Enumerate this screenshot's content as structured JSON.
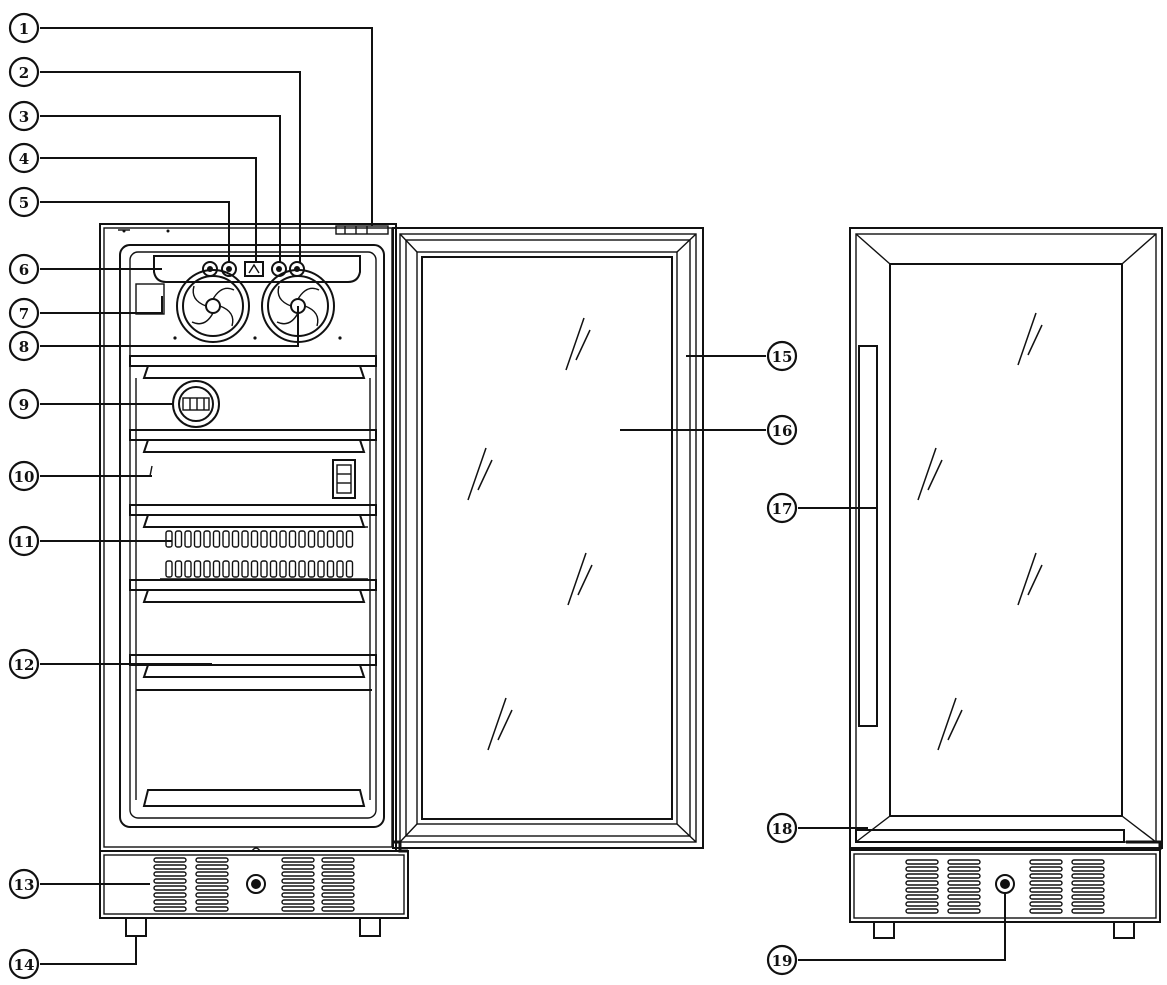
{
  "callouts": [
    {
      "label": "1"
    },
    {
      "label": "2"
    },
    {
      "label": "3"
    },
    {
      "label": "4"
    },
    {
      "label": "5"
    },
    {
      "label": "6"
    },
    {
      "label": "7"
    },
    {
      "label": "8"
    },
    {
      "label": "9"
    },
    {
      "label": "10"
    },
    {
      "label": "11"
    },
    {
      "label": "12"
    },
    {
      "label": "13"
    },
    {
      "label": "14"
    },
    {
      "label": "15"
    },
    {
      "label": "16"
    },
    {
      "label": "17"
    },
    {
      "label": "18"
    },
    {
      "label": "19"
    }
  ],
  "colors": {
    "line": "#111111",
    "background": "#ffffff"
  }
}
